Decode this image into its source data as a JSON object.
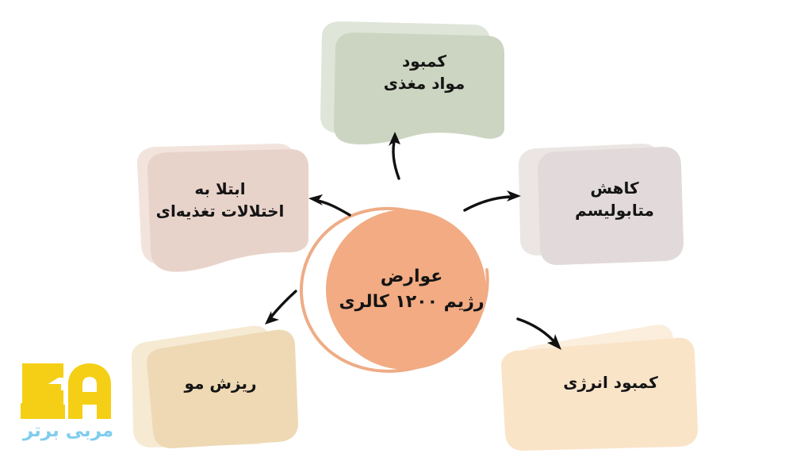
{
  "diagram": {
    "type": "radial-hub-and-spoke",
    "direction": "rtl",
    "language": "fa",
    "background_color": "#ffffff",
    "center": {
      "name": "center-node",
      "text": "عوارض\nرژیم ۱۲۰۰ کالری",
      "line1": "عوارض",
      "line2": "رژیم ۱۲۰۰ کالری",
      "fill_color": "#f2ab82",
      "ring_color": "#eeac85",
      "text_color": "#141414"
    },
    "nodes": [
      {
        "id": "nutrient-deficiency",
        "text": "کمبود\nمواد مغذی",
        "line1": "کمبود",
        "line2": "مواد مغذی",
        "fill_color": "#ccd5c1",
        "shadow_color": "#dfe5d8",
        "position": "top"
      },
      {
        "id": "reduced-metabolism",
        "text": "کاهش\nمتابولیسم",
        "line1": "کاهش",
        "line2": "متابولیسم",
        "fill_color": "#e2dada",
        "shadow_color": "#ebe6e4",
        "position": "right-top"
      },
      {
        "id": "energy-deficiency",
        "text": "کمبود انرژی",
        "line1": "کمبود انرژی",
        "line2": "",
        "fill_color": "#fae4c8",
        "shadow_color": "#fbeedd",
        "position": "right-bottom"
      },
      {
        "id": "hair-loss",
        "text": "ریزش مو",
        "line1": "ریزش مو",
        "line2": "",
        "fill_color": "#eed9b4",
        "shadow_color": "#f6ead3",
        "position": "left-bottom"
      },
      {
        "id": "eating-disorders",
        "text": "ابتلا به\nاختلالات تغذیه‌ای",
        "line1": "ابتلا به",
        "line2": "اختلالات تغذیه‌ای",
        "fill_color": "#e8d3ca",
        "shadow_color": "#f2e4dd",
        "position": "left-top"
      }
    ],
    "arrows": [
      {
        "id": "arrow-to-nutrient",
        "from": "center-node",
        "to": "nutrient-deficiency",
        "direction": "up",
        "color": "#111111"
      },
      {
        "id": "arrow-to-metabolism",
        "from": "center-node",
        "to": "reduced-metabolism",
        "direction": "up-right",
        "color": "#111111"
      },
      {
        "id": "arrow-to-energy",
        "from": "center-node",
        "to": "energy-deficiency",
        "direction": "down-right",
        "color": "#111111"
      },
      {
        "id": "arrow-to-hairloss",
        "from": "center-node",
        "to": "hair-loss",
        "direction": "down-left",
        "color": "#111111"
      },
      {
        "id": "arrow-to-eatdis",
        "from": "center-node",
        "to": "eating-disorders",
        "direction": "up-left",
        "color": "#111111"
      }
    ]
  },
  "watermark": {
    "mark_text": "ZA",
    "caption": "مربی برتر",
    "mark_color": "#f5cf15",
    "caption_color": "#7fcdee"
  }
}
